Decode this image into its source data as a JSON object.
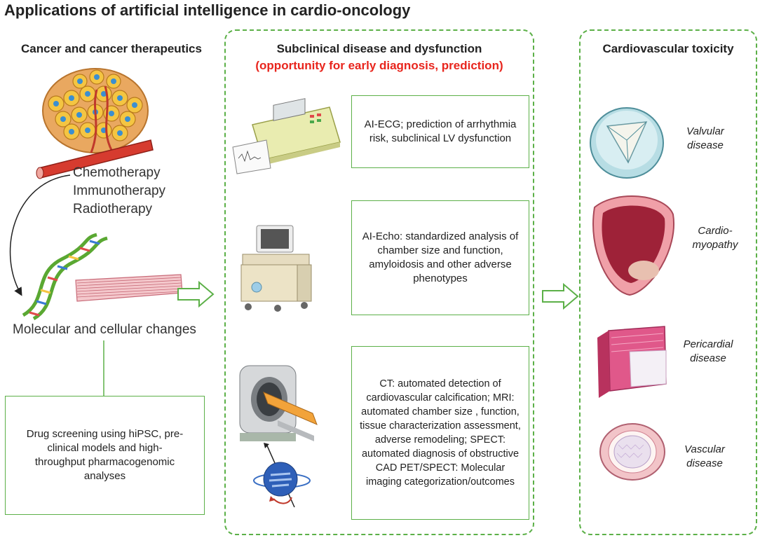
{
  "title": "Applications of artificial intelligence in cardio-oncology",
  "left": {
    "header": "Cancer and cancer therapeutics",
    "therapies": [
      "Chemotherapy",
      "Immunotherapy",
      "Radiotherapy"
    ],
    "molecular_label": "Molecular and cellular changes",
    "drug_box": "Drug screening using hiPSC, pre-clinical models and high-throughput pharmacogenomic analyses"
  },
  "middle": {
    "header": "Subclinical disease and dysfunction",
    "subheader": "(opportunity for early diagnosis, prediction)",
    "boxes": [
      "AI-ECG; prediction of arrhythmia risk, subclinical LV dysfunction",
      "AI-Echo: standardized analysis of chamber size and function, amyloidosis and other adverse phenotypes",
      "CT: automated detection of cardiovascular calcification; MRI: automated chamber size , function, tissue characterization assessment, adverse remodeling; SPECT: automated diagnosis of obstructive CAD PET/SPECT: Molecular imaging categorization/outcomes"
    ]
  },
  "right": {
    "header": "Cardiovascular toxicity",
    "items": [
      {
        "line1": "Valvular",
        "line2": "disease"
      },
      {
        "line1": "Cardio-",
        "line2": "myopathy"
      },
      {
        "line1": "Pericardial",
        "line2": "disease"
      },
      {
        "line1": "Vascular",
        "line2": "disease"
      }
    ]
  },
  "colors": {
    "accent_green": "#5cb048",
    "highlight_red": "#e8251d"
  }
}
